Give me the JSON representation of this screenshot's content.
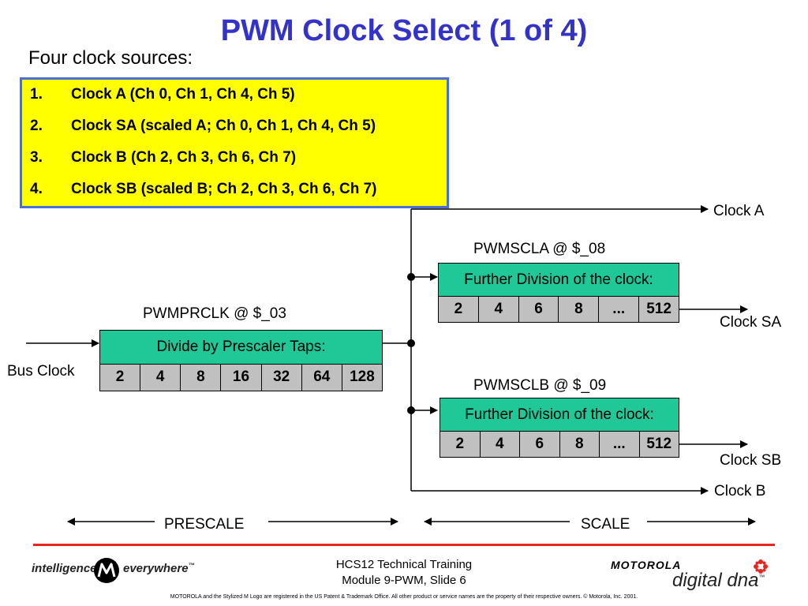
{
  "title": "PWM Clock Select (1 of 4)",
  "subtitle": "Four clock sources:",
  "sources": [
    {
      "num": "1.",
      "text": "Clock A (Ch 0, Ch 1, Ch 4, Ch 5)"
    },
    {
      "num": "2.",
      "text": "Clock SA (scaled A; Ch 0, Ch 1, Ch 4, Ch 5)"
    },
    {
      "num": "3.",
      "text": "Clock B (Ch 2, Ch 3, Ch 6, Ch 7)"
    },
    {
      "num": "4.",
      "text": "Clock SB (scaled B; Ch 2, Ch 3, Ch 6, Ch 7)"
    }
  ],
  "prescaler": {
    "register": "PWMPRCLK @ $_03",
    "header": "Divide by Prescaler Taps:",
    "taps": [
      "2",
      "4",
      "8",
      "16",
      "32",
      "64",
      "128"
    ],
    "input_label": "Bus Clock"
  },
  "scaler_a": {
    "register": "PWMSCLA @ $_08",
    "header": "Further Division of the clock:",
    "taps": [
      "2",
      "4",
      "6",
      "8",
      "...",
      "512"
    ],
    "output_label": "Clock SA"
  },
  "scaler_b": {
    "register": "PWMSCLB @ $_09",
    "header": "Further Division of the clock:",
    "taps": [
      "2",
      "4",
      "6",
      "8",
      "...",
      "512"
    ],
    "output_label": "Clock SB"
  },
  "clock_a_label": "Clock A",
  "clock_b_label": "Clock B",
  "prescale_label": "PRESCALE",
  "scale_label": "SCALE",
  "footer": {
    "line1": "HCS12 Technical Training",
    "line2": "Module 9-PWM, Slide 6",
    "tagline_left": "intelligence",
    "tagline_right": "everywhere",
    "tagline_tm": "™",
    "brand": "MOTOROLA",
    "brand_product": "digital dna",
    "brand_tm": "™",
    "copyright": "MOTOROLA and the Stylized M Logo are registered in the US Patent & Trademark Office. All other  product or service names are the property of their respective owners.  © Motorola, Inc. 2001."
  },
  "colors": {
    "title": "#3333cc",
    "highlight_box": "#ffff00",
    "highlight_border": "#4a6fdc",
    "table_header": "#1fc896",
    "table_cells": "#c0c0c0",
    "footer_rule": "#e8261f"
  }
}
